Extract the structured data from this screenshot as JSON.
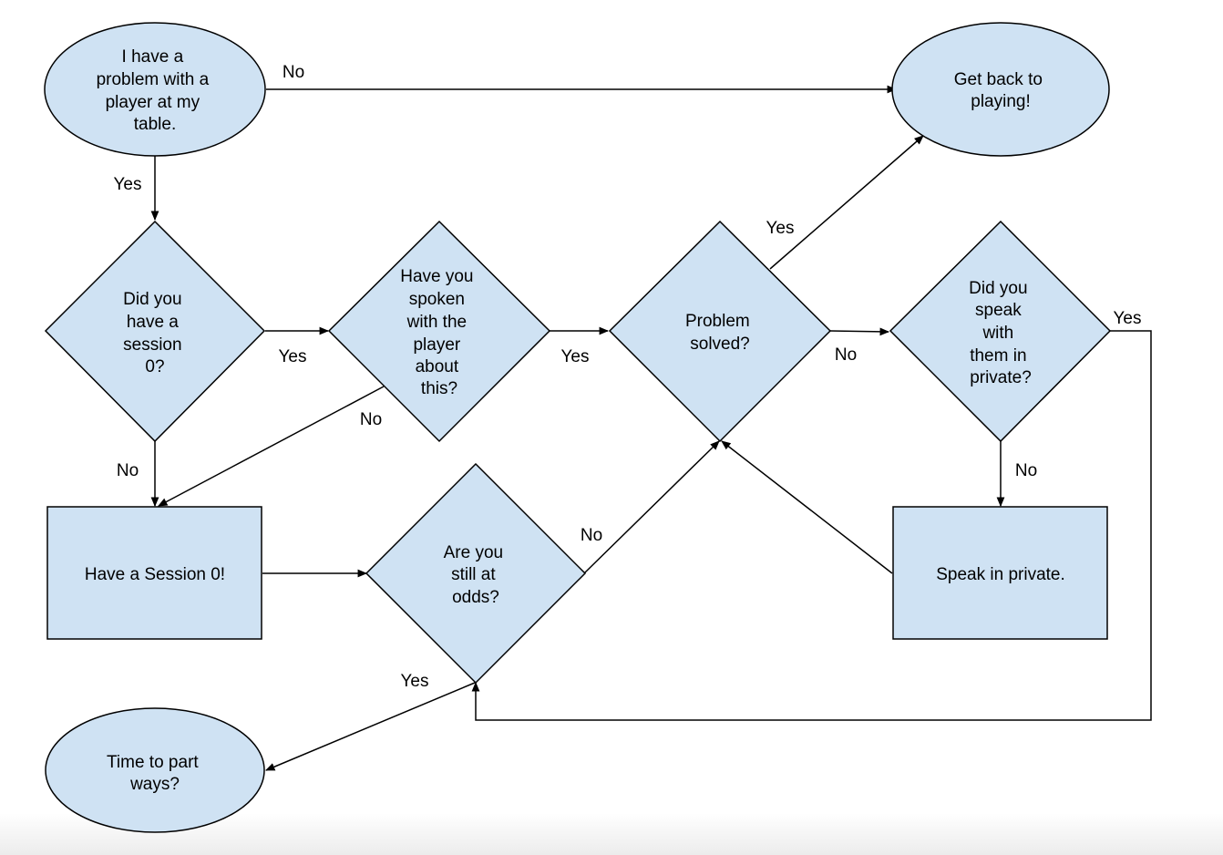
{
  "colors": {
    "node_fill": "#cfe2f3",
    "stroke": "#000000",
    "background": "#ffffff"
  },
  "nodes": {
    "start": {
      "shape": "ellipse",
      "lines": [
        "I have a",
        "problem with a",
        "player at my",
        "table."
      ]
    },
    "get_back": {
      "shape": "ellipse",
      "lines": [
        "Get back to",
        "playing!"
      ]
    },
    "session0_q": {
      "shape": "diamond",
      "lines": [
        "Did you",
        "have a",
        "session",
        "0?"
      ]
    },
    "spoken_q": {
      "shape": "diamond",
      "lines": [
        "Have you",
        "spoken",
        "with the",
        "player",
        "about",
        "this?"
      ]
    },
    "solved_q": {
      "shape": "diamond",
      "lines": [
        "Problem",
        "solved?"
      ]
    },
    "private_q": {
      "shape": "diamond",
      "lines": [
        "Did you",
        "speak",
        "with",
        "them in",
        "private?"
      ]
    },
    "have_session0": {
      "shape": "rect",
      "lines": [
        "Have a Session 0!"
      ]
    },
    "odds_q": {
      "shape": "diamond",
      "lines": [
        "Are you",
        "still at",
        "odds?"
      ]
    },
    "speak_private": {
      "shape": "rect",
      "lines": [
        "Speak in private."
      ]
    },
    "part_ways": {
      "shape": "ellipse",
      "lines": [
        "Time to part",
        "ways?"
      ]
    }
  },
  "edges": {
    "start_no": {
      "from": "start",
      "to": "get_back",
      "label": "No"
    },
    "start_yes": {
      "from": "start",
      "to": "session0_q",
      "label": "Yes"
    },
    "session0_yes": {
      "from": "session0_q",
      "to": "spoken_q",
      "label": "Yes"
    },
    "session0_no": {
      "from": "session0_q",
      "to": "have_session0",
      "label": "No"
    },
    "spoken_yes": {
      "from": "spoken_q",
      "to": "solved_q",
      "label": "Yes"
    },
    "spoken_no": {
      "from": "spoken_q",
      "to": "have_session0",
      "label": "No"
    },
    "solved_yes": {
      "from": "solved_q",
      "to": "get_back",
      "label": "Yes"
    },
    "solved_no": {
      "from": "solved_q",
      "to": "private_q",
      "label": "No"
    },
    "private_yes": {
      "from": "private_q",
      "to": "odds_q",
      "label": "Yes"
    },
    "private_no": {
      "from": "private_q",
      "to": "speak_private",
      "label": "No"
    },
    "session0_to_odds": {
      "from": "have_session0",
      "to": "odds_q",
      "label": ""
    },
    "odds_no": {
      "from": "odds_q",
      "to": "solved_q",
      "label": "No"
    },
    "odds_yes": {
      "from": "odds_q",
      "to": "part_ways",
      "label": "Yes"
    },
    "speak_to_solved": {
      "from": "speak_private",
      "to": "solved_q",
      "label": ""
    }
  }
}
